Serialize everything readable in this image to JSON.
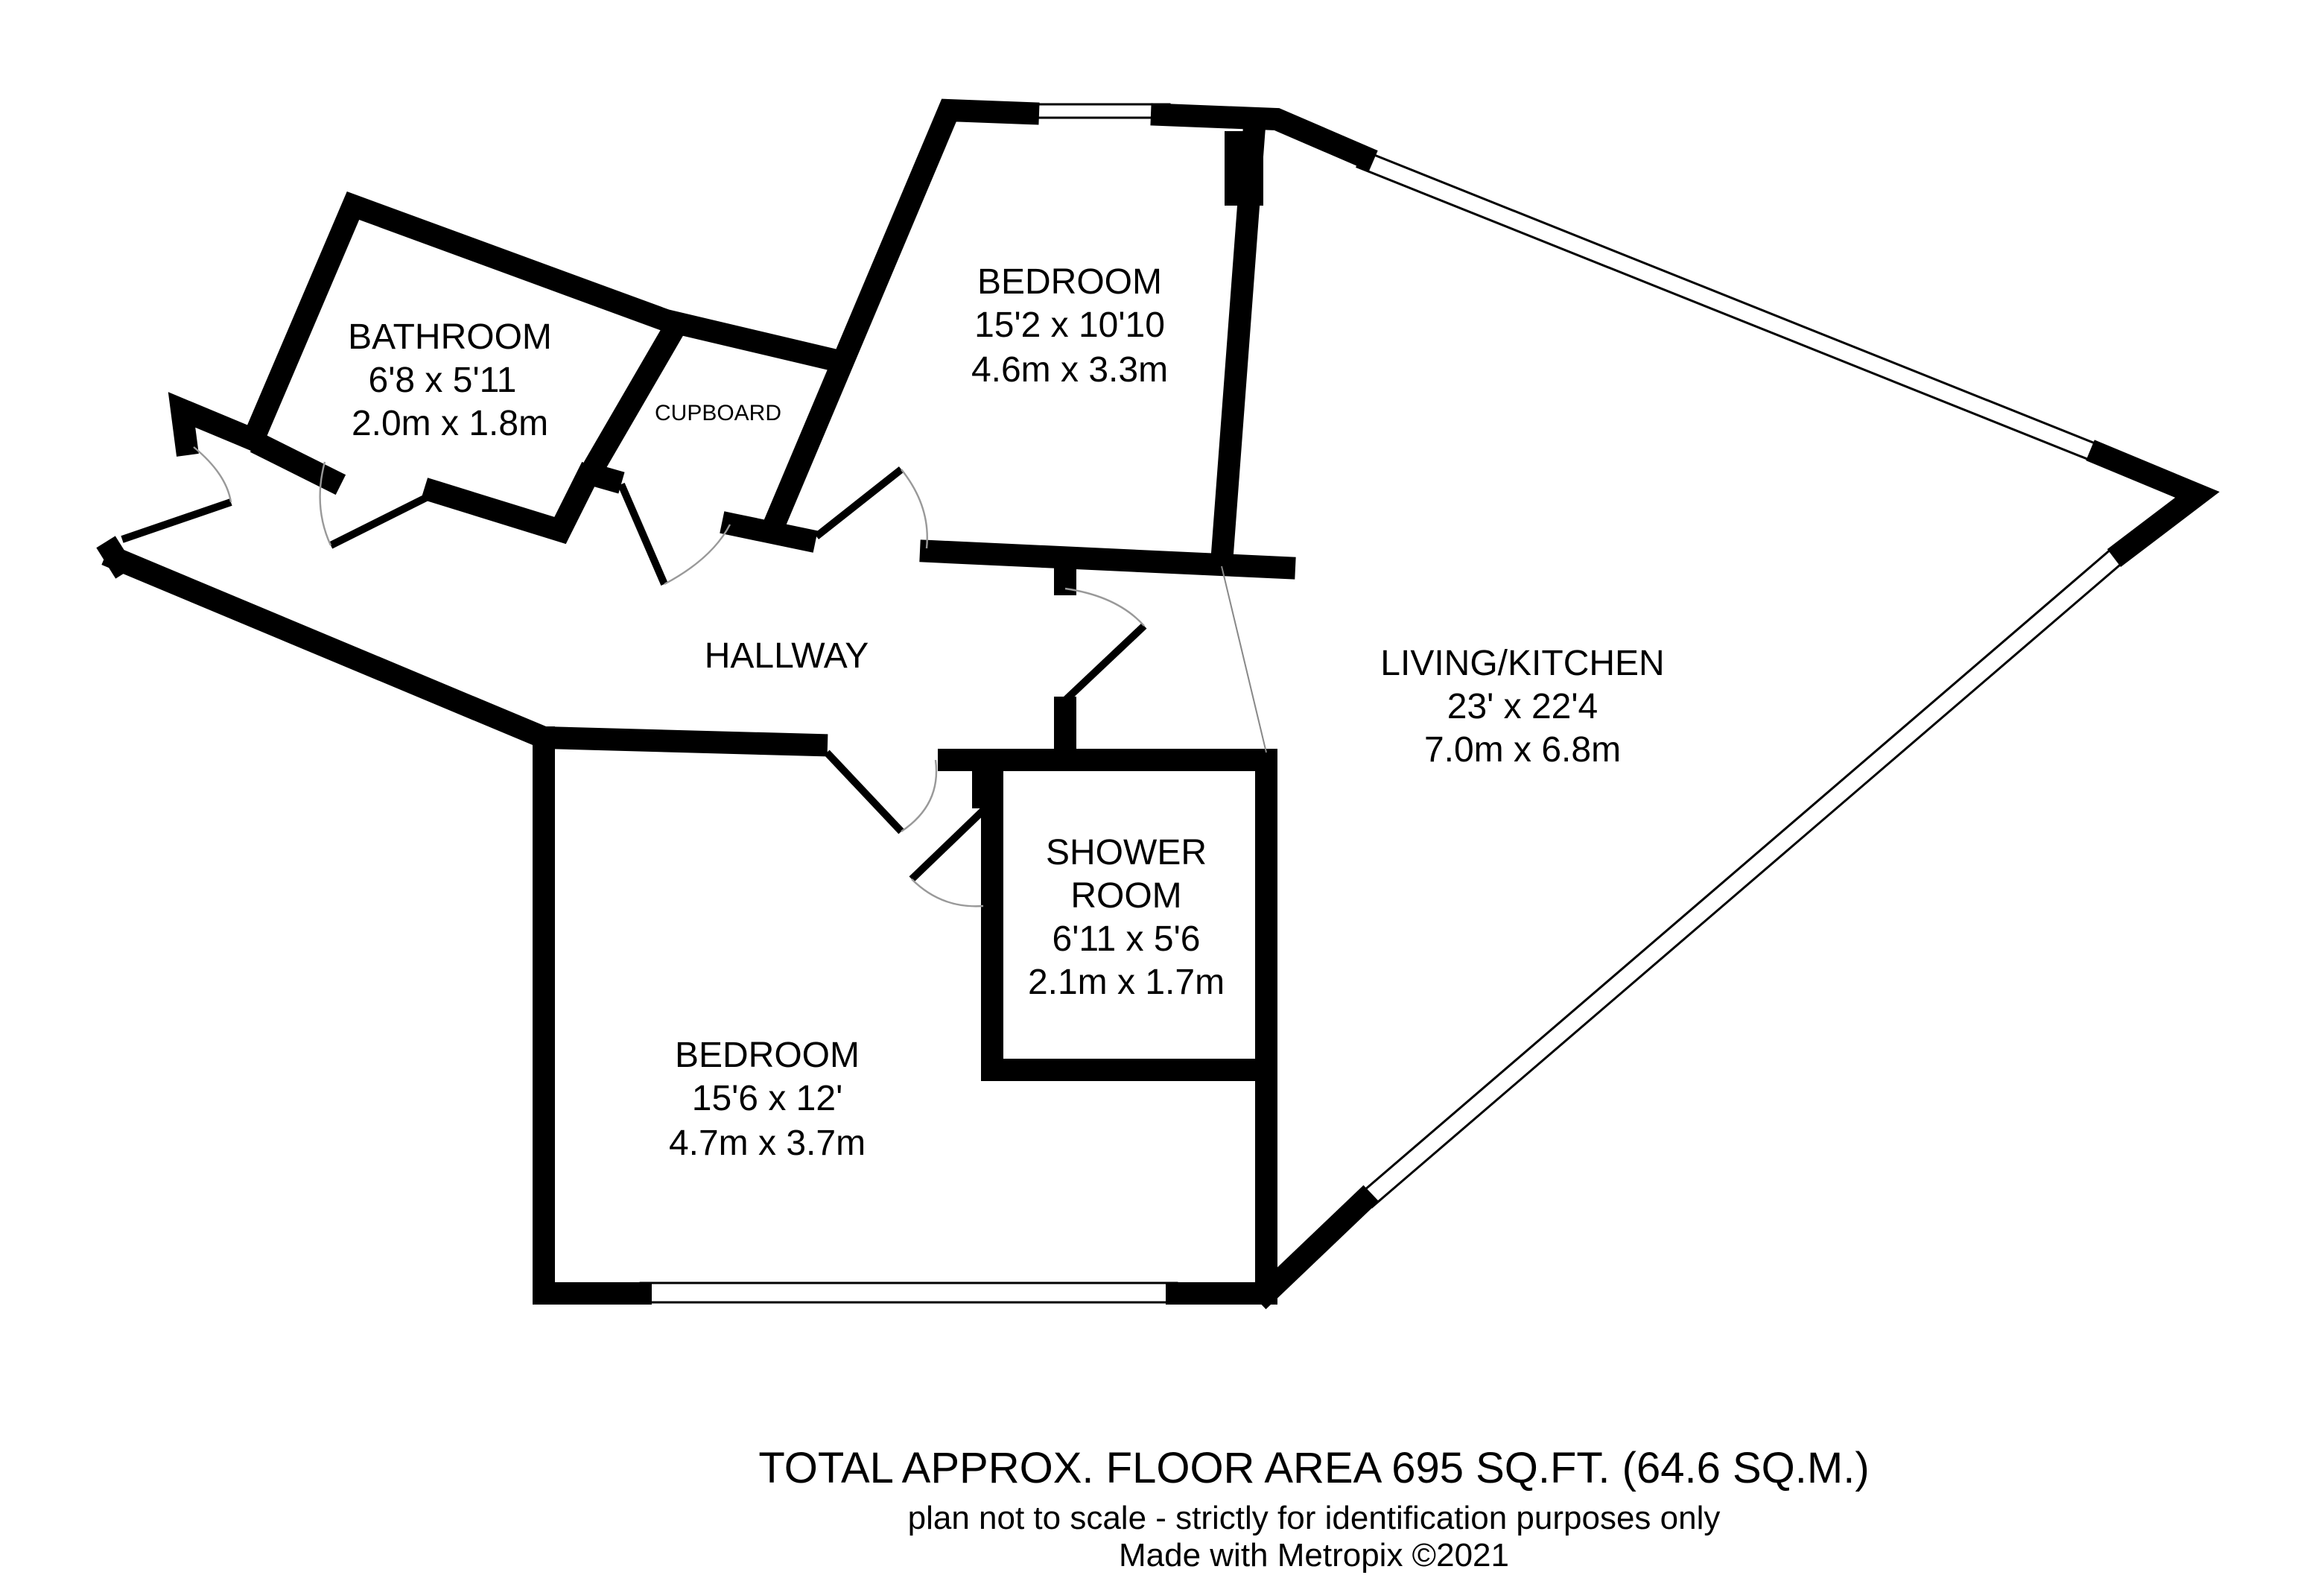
{
  "rooms": {
    "bathroom": {
      "name": "BATHROOM",
      "imperial": "6'8 x 5'11",
      "metric": "2.0m x 1.8m"
    },
    "cupboard": {
      "name": "CUPBOARD"
    },
    "bedroom_1": {
      "name": "BEDROOM",
      "imperial": "15'2 x 10'10",
      "metric": "4.6m x 3.3m"
    },
    "hallway": {
      "name": "HALLWAY"
    },
    "living_kitchen": {
      "name": "LIVING/KITCHEN",
      "imperial": "23' x 22'4",
      "metric": "7.0m x 6.8m"
    },
    "shower_room": {
      "name_line1": "SHOWER",
      "name_line2": "ROOM",
      "imperial": "6'11 x 5'6",
      "metric": "2.1m x 1.7m"
    },
    "bedroom_2": {
      "name": "BEDROOM",
      "imperial": "15'6 x 12'",
      "metric": "4.7m x 3.7m"
    }
  },
  "footer": {
    "total_area": "TOTAL APPROX. FLOOR AREA 695 SQ.FT. (64.6 SQ.M.)",
    "disclaimer": "plan not to scale - strictly for identification purposes only",
    "credit": "Made with Metropix ©2021"
  }
}
